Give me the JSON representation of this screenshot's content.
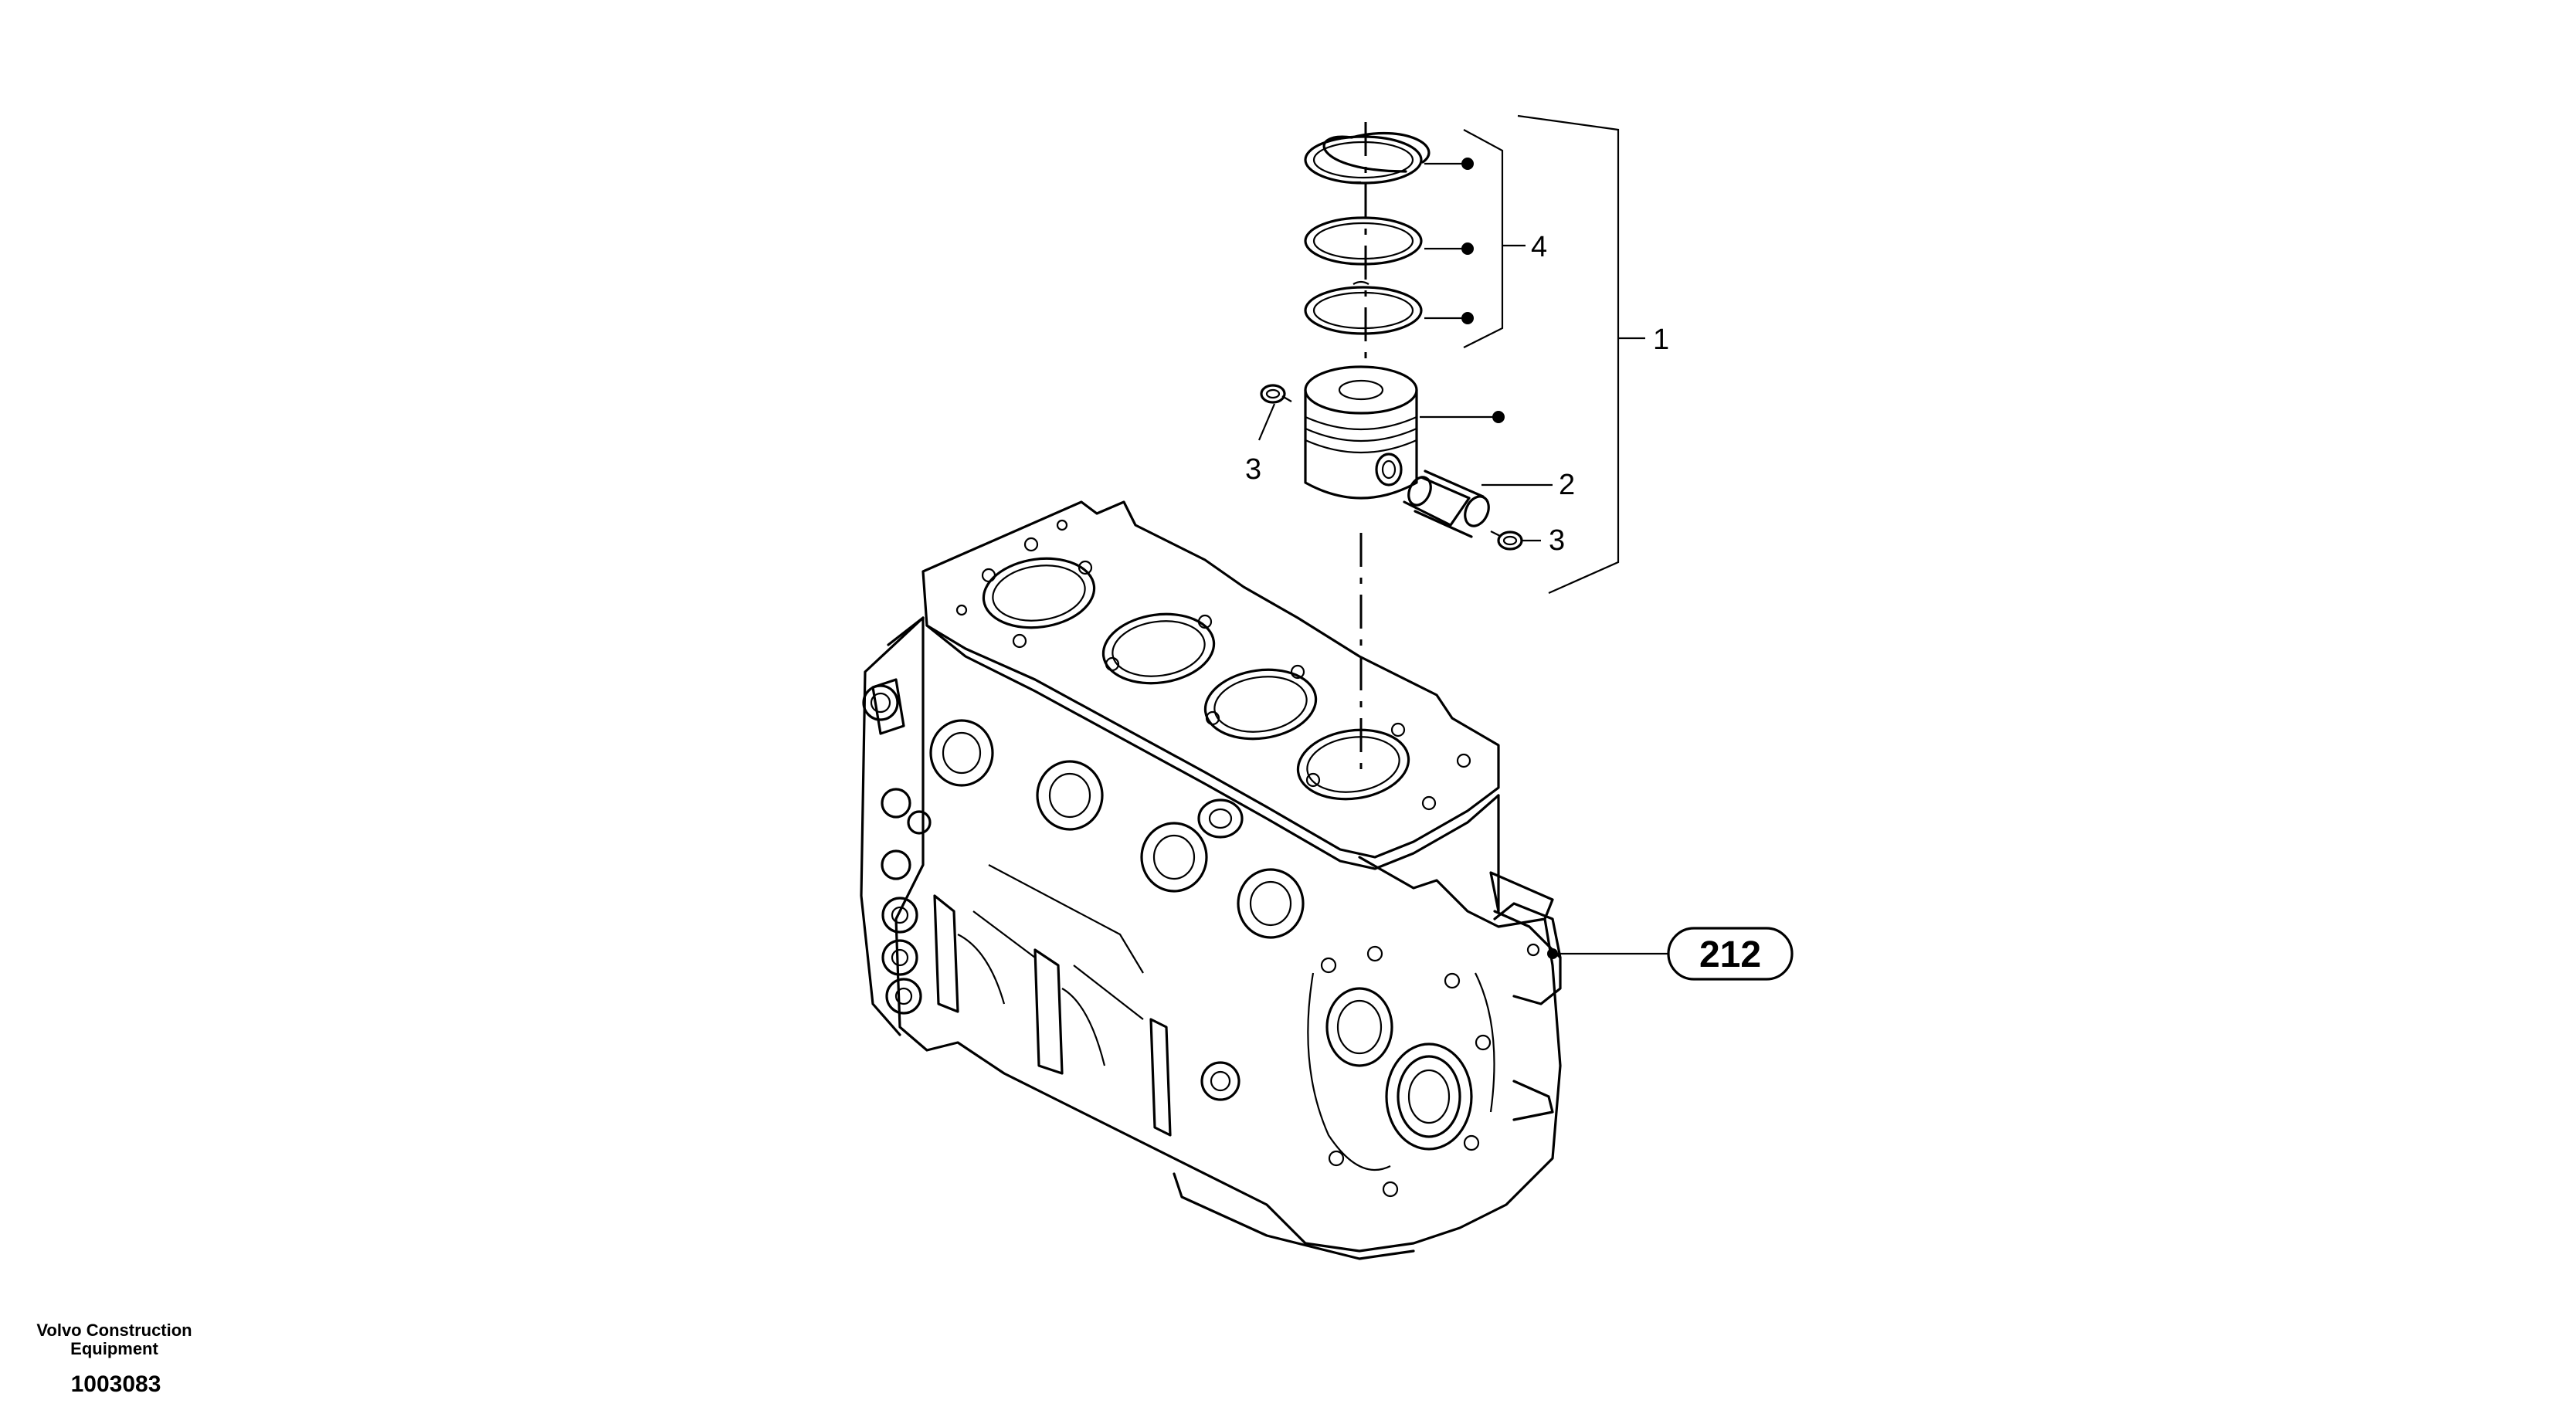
{
  "callouts": {
    "assembly": "1",
    "pin": "2",
    "circlip_left": "3",
    "circlip_right": "3",
    "rings": "4"
  },
  "reference_badge": "212",
  "footer": {
    "company_line1": "Volvo Construction",
    "company_line2": "Equipment",
    "figure_number": "1003083"
  }
}
